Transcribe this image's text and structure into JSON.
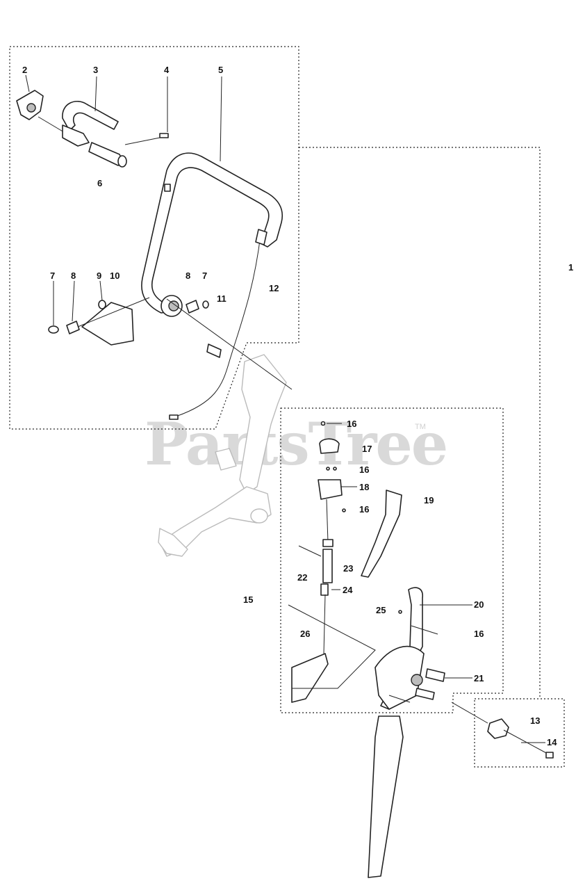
{
  "watermark": {
    "text": "PartsTree",
    "trademark": "TM"
  },
  "callouts": {
    "c1": "1",
    "c2": "2",
    "c3": "3",
    "c4": "4",
    "c5": "5",
    "c6": "6",
    "c7a": "7",
    "c7b": "7",
    "c8a": "8",
    "c8b": "8",
    "c9": "9",
    "c10": "10",
    "c11": "11",
    "c12": "12",
    "c13": "13",
    "c14": "14",
    "c15": "15",
    "c16a": "16",
    "c16b": "16",
    "c16c": "16",
    "c16d": "16",
    "c17": "17",
    "c18": "18",
    "c19": "19",
    "c20": "20",
    "c21": "21",
    "c22": "22",
    "c23": "23",
    "c24": "24",
    "c25": "25",
    "c26": "26"
  }
}
